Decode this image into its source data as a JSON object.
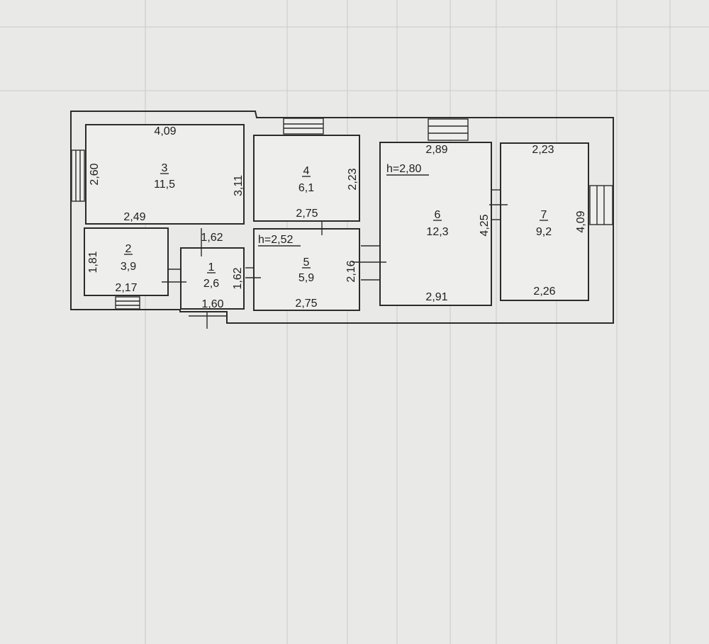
{
  "rooms": [
    {
      "id": "1",
      "area": "2,6",
      "dims": [
        "1,62",
        "1,62",
        "1,60"
      ]
    },
    {
      "id": "2",
      "area": "3,9",
      "dims": [
        "1,81",
        "2,17"
      ]
    },
    {
      "id": "3",
      "area": "11,5",
      "dims": [
        "4,09",
        "2,60",
        "3,11",
        "2,49"
      ]
    },
    {
      "id": "4",
      "area": "6,1",
      "dims": [
        "2,23",
        "2,75"
      ]
    },
    {
      "id": "5",
      "area": "5,9",
      "dims": [
        "2,16",
        "2,75"
      ],
      "height": "h=2,52"
    },
    {
      "id": "6",
      "area": "12,3",
      "dims": [
        "2,89",
        "4,25",
        "2,91"
      ],
      "height": "h=2,80"
    },
    {
      "id": "7",
      "area": "9,2",
      "dims": [
        "2,23",
        "4,09",
        "2,26"
      ]
    }
  ],
  "palette": {
    "paper": "#e9eae8",
    "line": "#2b2b2b"
  }
}
